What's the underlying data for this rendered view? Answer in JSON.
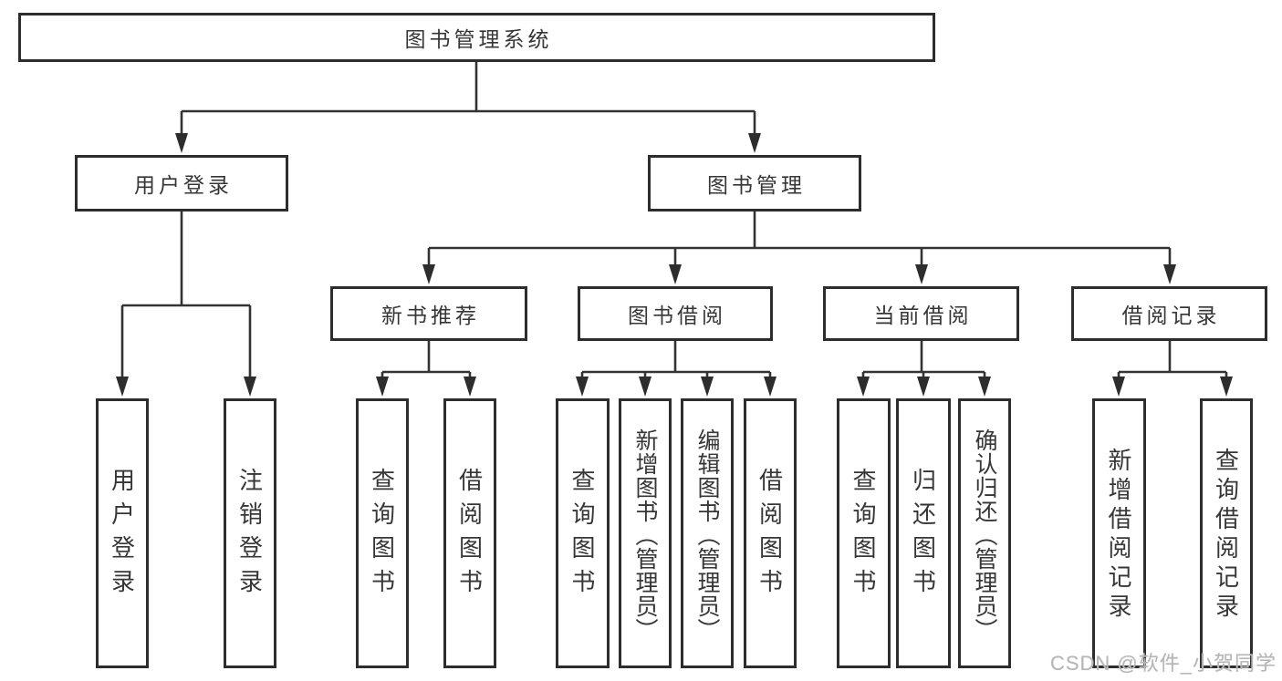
{
  "diagram": {
    "root": "图书管理系统",
    "level2": {
      "user_login": "用户登录",
      "book_mgmt": "图书管理"
    },
    "level3": {
      "new_books": "新书推荐",
      "book_borrow": "图书借阅",
      "current_borrow": "当前借阅",
      "borrow_records": "借阅记录"
    },
    "leaves": {
      "login": [
        "用户登录",
        "注销登录"
      ],
      "recommend": [
        "查询图书",
        "借阅图书"
      ],
      "borrow": [
        "查询图书",
        "新增图书（管理员）",
        "编辑图书（管理员）",
        "借阅图书"
      ],
      "current": [
        "查询图书",
        "归还图书",
        "确认归还（管理员）"
      ],
      "records": [
        "新增借阅记录",
        "查询借阅记录"
      ]
    }
  },
  "watermark": "CSDN @软件_小贺同学",
  "colors": {
    "line": "#333333",
    "border": "#2d2d2d",
    "background": "#ffffff",
    "watermark_text": "#b6b6b6"
  }
}
